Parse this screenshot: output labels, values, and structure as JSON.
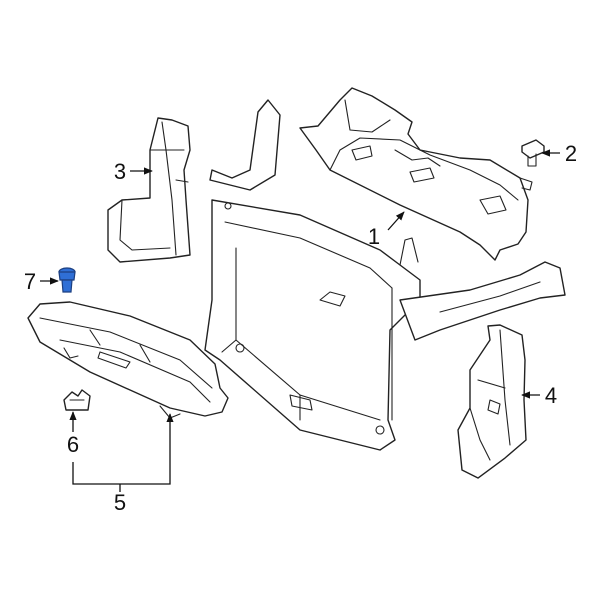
{
  "callouts": [
    {
      "id": "1",
      "label": "1"
    },
    {
      "id": "2",
      "label": "2"
    },
    {
      "id": "3",
      "label": "3"
    },
    {
      "id": "4",
      "label": "4"
    },
    {
      "id": "5",
      "label": "5"
    },
    {
      "id": "6",
      "label": "6"
    },
    {
      "id": "7",
      "label": "7"
    }
  ],
  "colors": {
    "highlight": "#2f6fd6",
    "line": "#222222"
  }
}
